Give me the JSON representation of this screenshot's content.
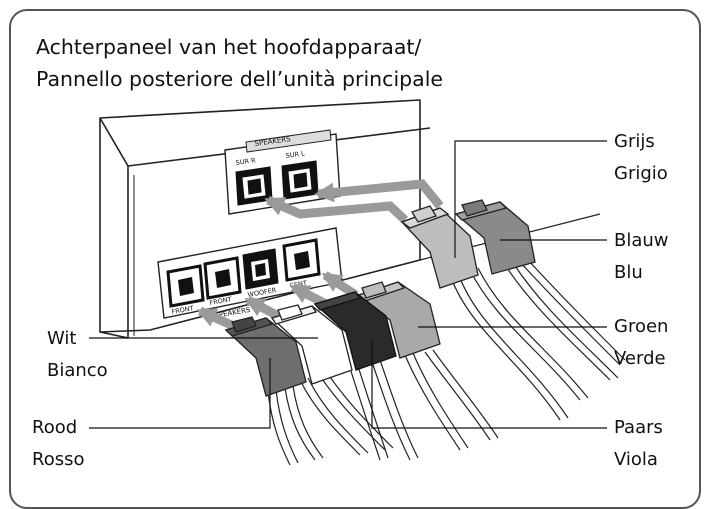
{
  "title": {
    "line1": "Achterpaneel van het hoofdapparaat/",
    "line2": "Pannello posteriore dell’unità principale"
  },
  "panel": {
    "top_label": "SPEAKERS",
    "sur_r": "SUR R",
    "sur_l": "SUR L",
    "front": "FRONT",
    "front2": "FRONT",
    "woofer": "WOOFER",
    "center": "CENT",
    "bottom_label": "SPEAKERS"
  },
  "labels": {
    "grijs": "Grijs",
    "grigio": "Grigio",
    "blauw": "Blauw",
    "blu": "Blu",
    "groen": "Groen",
    "verde": "Verde",
    "wit": "Wit",
    "bianco": "Bianco",
    "rood": "Rood",
    "rosso": "Rosso",
    "paars": "Paars",
    "viola": "Viola"
  },
  "colors": {
    "grey_plug": "#bdbdbd",
    "blue_plug": "#8a8a8a",
    "green_plug": "#a9a9a9",
    "white_plug": "#ffffff",
    "red_plug": "#6e6e6e",
    "purple_plug": "#2a2a2a",
    "arrow": "#9a9a9a"
  }
}
